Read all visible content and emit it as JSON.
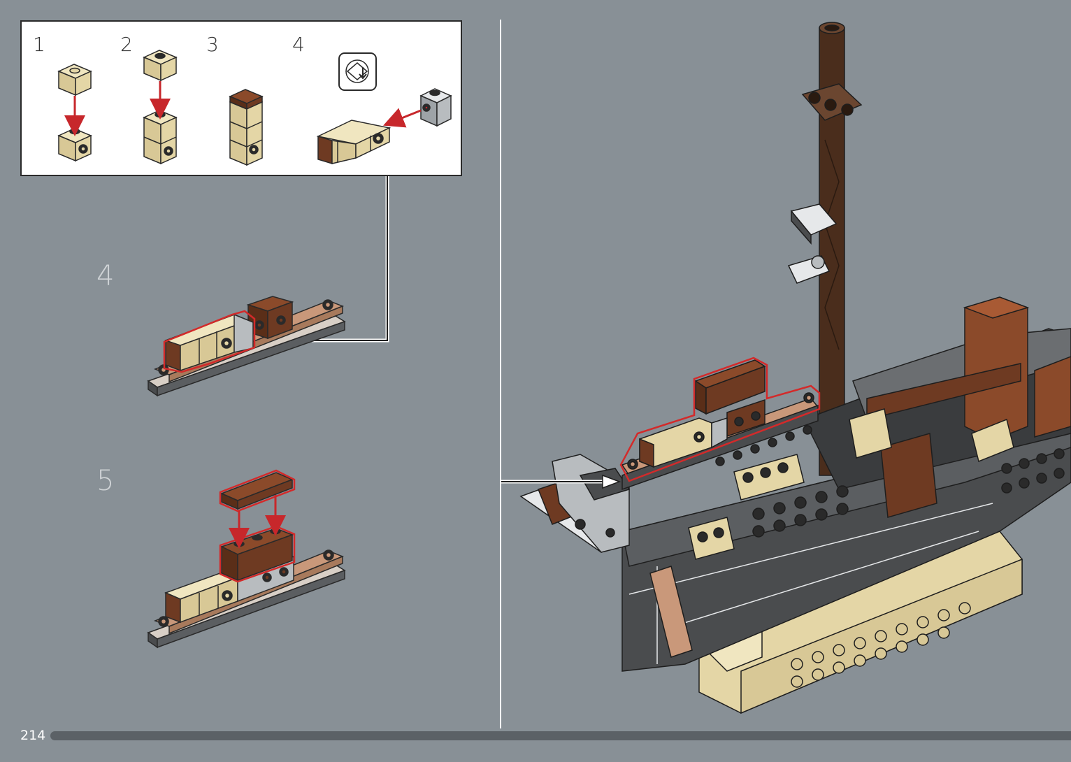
{
  "page": {
    "number": "214"
  },
  "sub_steps": [
    {
      "label": "1"
    },
    {
      "label": "2"
    },
    {
      "label": "3"
    },
    {
      "label": "4"
    }
  ],
  "steps": [
    {
      "label": "4"
    },
    {
      "label": "5"
    }
  ],
  "icons": {
    "rotate": "rotate-model-icon"
  },
  "colors": {
    "background": "#889096",
    "tan": "#e4d6a6",
    "reddish_brown": "#6e3a22",
    "dark_brown": "#4a2d1c",
    "medium_nougat": "#c9987a",
    "dark_stone": "#4a4c4e",
    "light_stone": "#b8bcbf",
    "callout_red": "#d32a2a",
    "arrow_red": "#c7272b"
  }
}
